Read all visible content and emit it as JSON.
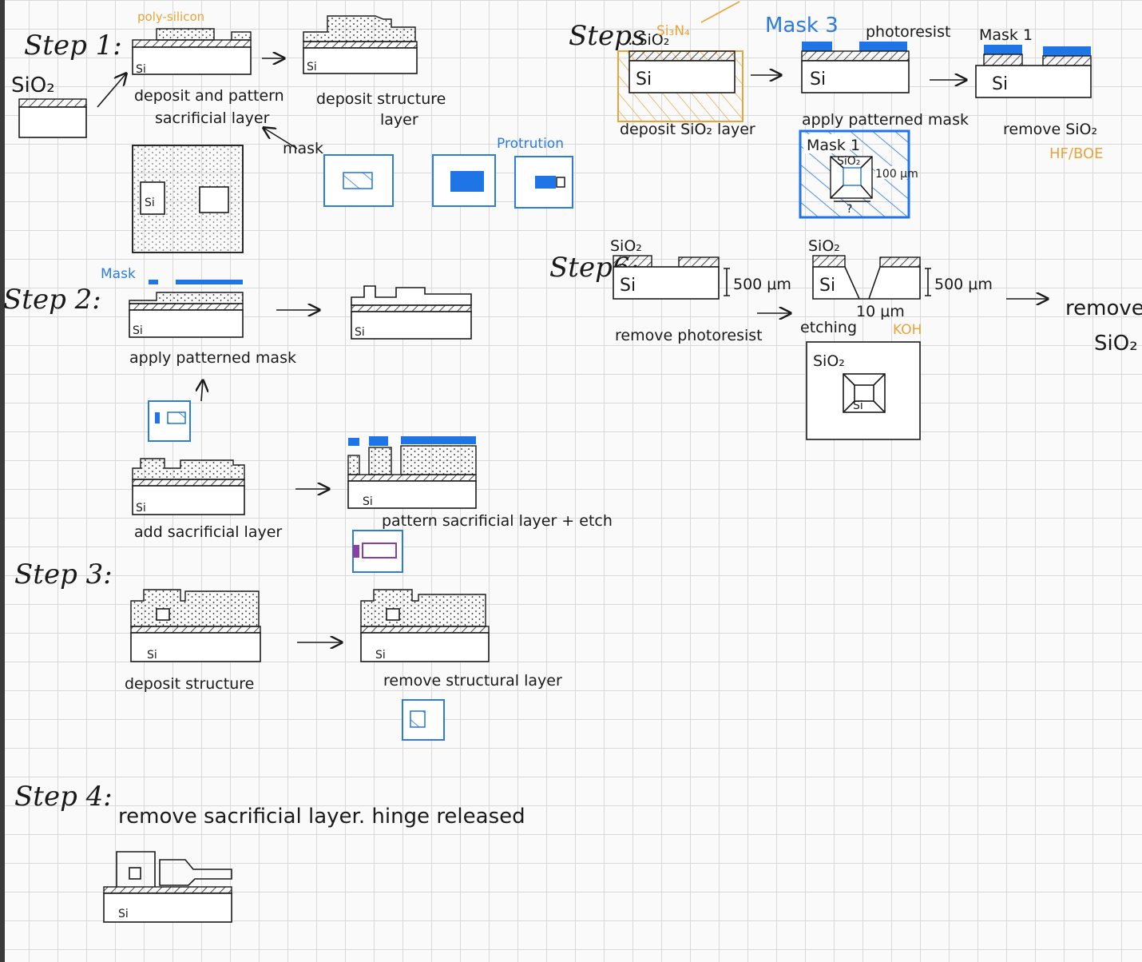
{
  "step_labels": {
    "step1": "Step 1:",
    "step2": "Step 2:",
    "step3": "Step 3:",
    "step4": "Step 4:",
    "step5": "Steps",
    "step6": "Step6:"
  },
  "step1": {
    "sio2": "SiO₂",
    "poly_silicon": "poly-silicon",
    "caption1_line1": "deposit and pattern",
    "caption1_line2": "sacrificial layer",
    "caption2_line1": "deposit structure",
    "caption2_line2": "layer",
    "mask_note": "mask",
    "protrution": "Protrution"
  },
  "step2": {
    "mask_label": "Mask",
    "caption1": "apply patterned mask",
    "caption2": "add sacrificial layer",
    "caption3": "pattern sacrificial layer + etch"
  },
  "step3": {
    "caption1": "deposit structure",
    "caption2": "remove structural layer"
  },
  "step4": {
    "caption": "remove sacrificial layer. hinge released"
  },
  "step5": {
    "sio2_colon": ": SiO₂",
    "si3n4": "Si₃N₄",
    "mask3": "Mask 3",
    "photoresist": "photoresist",
    "mask1_top": "Mask 1",
    "caption1": "deposit SiO₂ layer",
    "caption2": "apply patterned mask",
    "caption3": "remove SiO₂",
    "hf_boe": "HF/BOE",
    "mask1_panel": "Mask 1",
    "dim_100": "100 μm",
    "dim_q": "?",
    "inner_label": "SiO₂"
  },
  "step6": {
    "sio2_a": "SiO₂",
    "sio2_b": "SiO₂",
    "dim_500_a": "500 μm",
    "dim_500_b": "500 μm",
    "dim_10": "10 μm",
    "caption1": "remove photoresist",
    "etching": "etching",
    "koh": "KOH",
    "remove": "remove",
    "sio2_remove": "SiO₂",
    "top_sio2": "SiO₂",
    "top_si": "Si"
  },
  "si": "Si",
  "colors": {
    "blue": "#1f74e6",
    "orange": "#e8a43a",
    "purple": "#8a3fa8",
    "grid": "#d9d9d9"
  }
}
